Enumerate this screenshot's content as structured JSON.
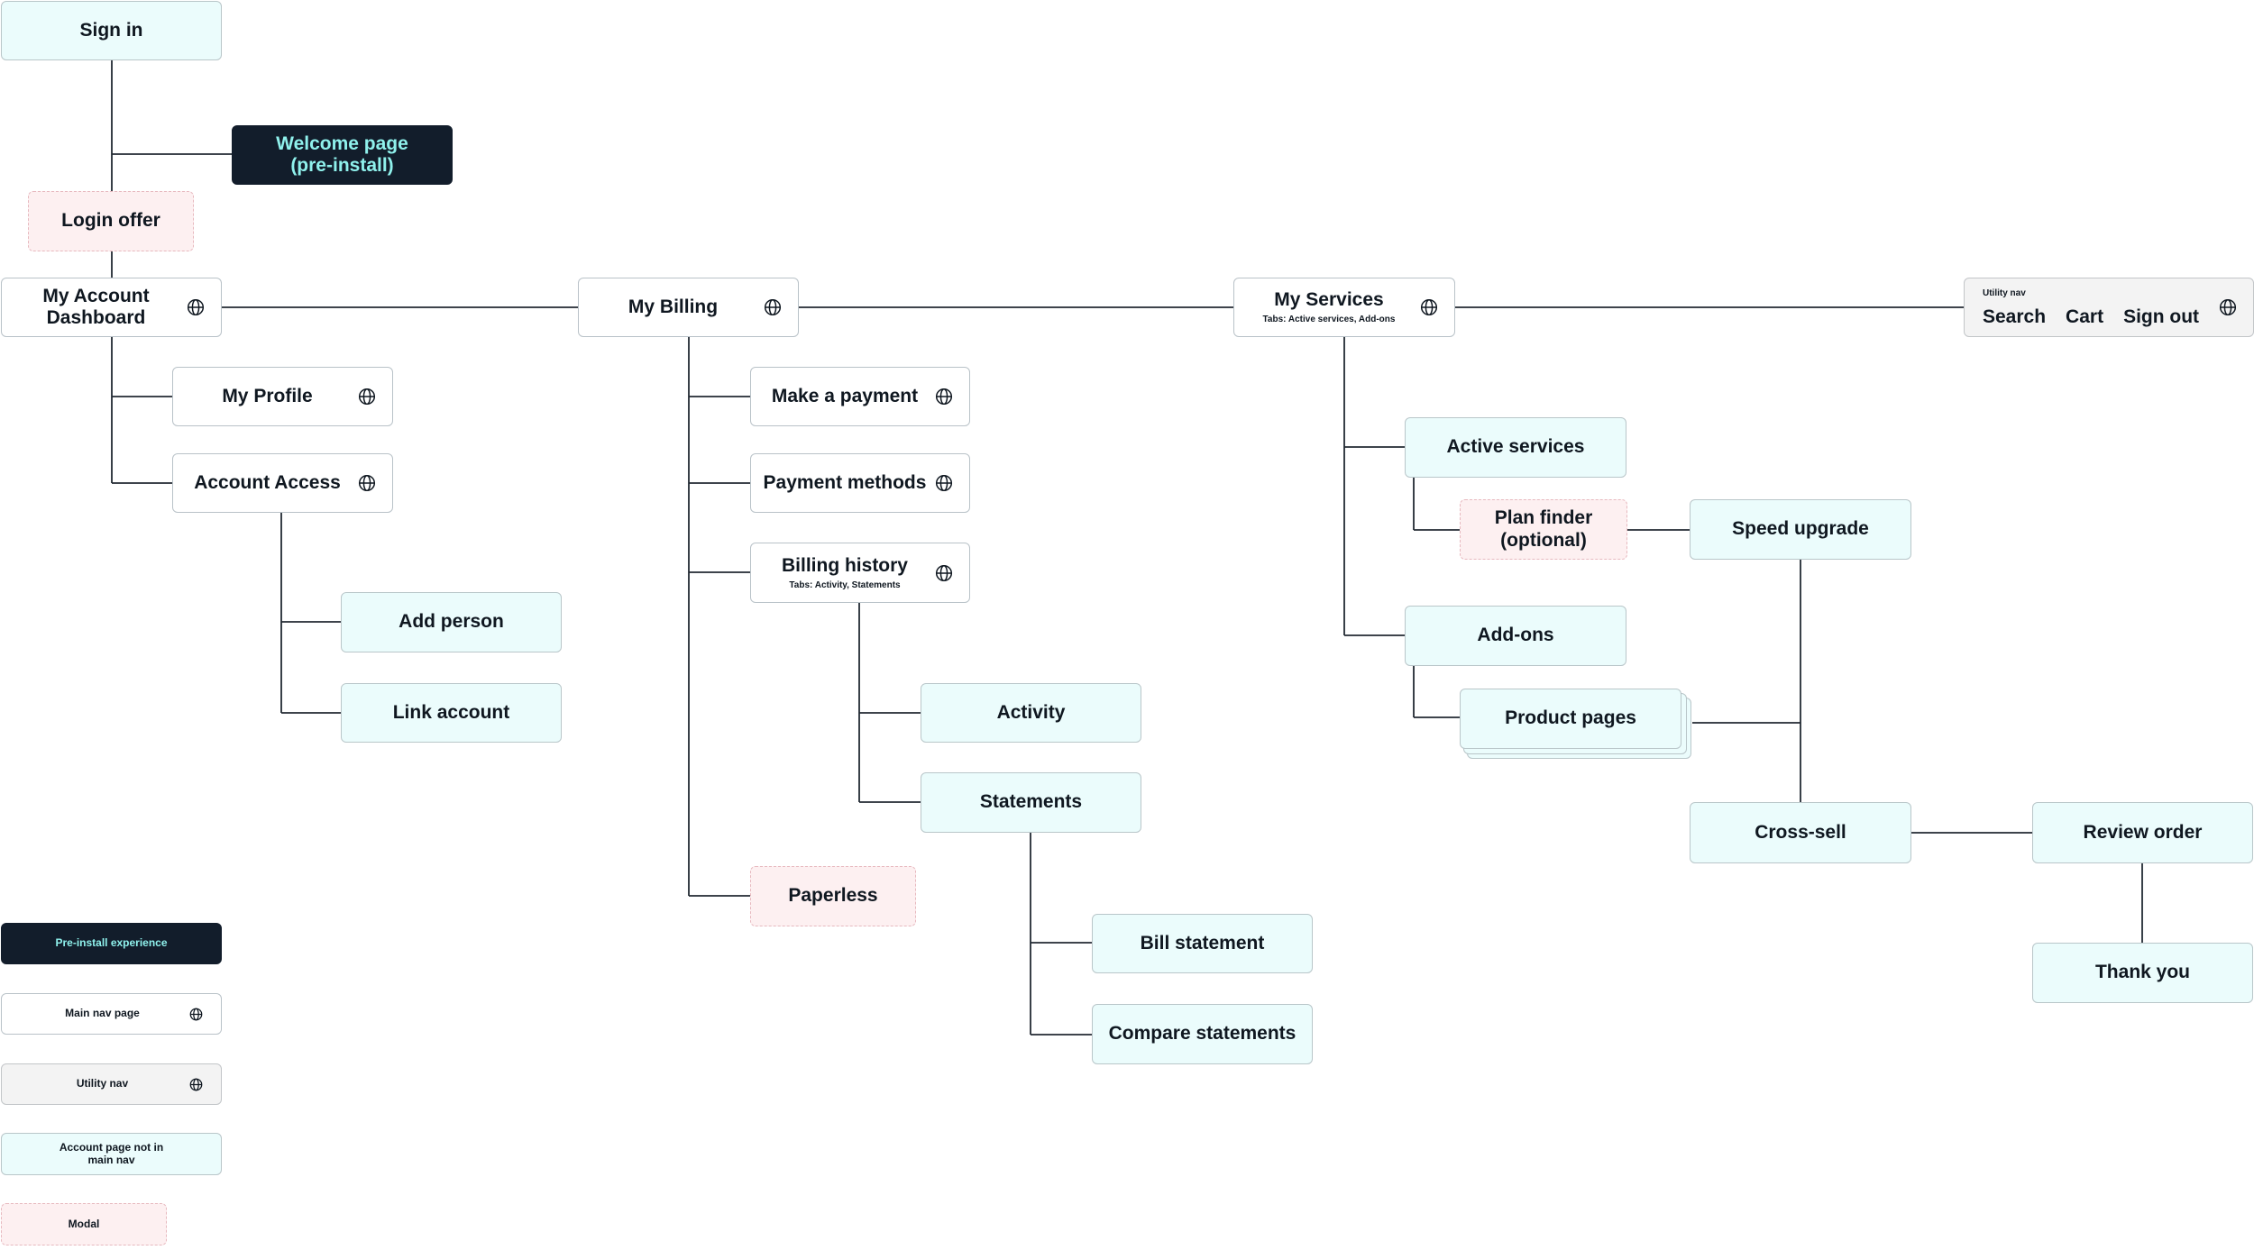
{
  "nodes": {
    "sign_in": "Sign in",
    "welcome_page": "Welcome page\n(pre-install)",
    "login_offer": "Login offer",
    "my_account_dashboard": "My Account\nDashboard",
    "my_profile": "My Profile",
    "account_access": "Account Access",
    "add_person": "Add person",
    "link_account": "Link account",
    "my_billing": "My Billing",
    "make_a_payment": "Make a payment",
    "payment_methods": "Payment methods",
    "billing_history": "Billing history",
    "billing_history_tabs": "Tabs: Activity, Statements",
    "activity": "Activity",
    "statements": "Statements",
    "bill_statement": "Bill statement",
    "compare_statements": "Compare statements",
    "paperless": "Paperless",
    "my_services": "My Services",
    "my_services_tabs": "Tabs: Active services, Add-ons",
    "active_services": "Active services",
    "plan_finder": "Plan finder\n(optional)",
    "add_ons": "Add-ons",
    "product_pages": "Product pages",
    "speed_upgrade": "Speed upgrade",
    "cross_sell": "Cross-sell",
    "review_order": "Review order",
    "thank_you": "Thank you"
  },
  "utility_nav": {
    "caption": "Utility nav",
    "links": [
      "Search",
      "Cart",
      "Sign out"
    ]
  },
  "legend": {
    "pre_install": "Pre-install experience",
    "main_nav": "Main nav page",
    "utility_nav": "Utility nav",
    "account_page": "Account page not in\nmain nav",
    "modal": "Modal"
  },
  "icons": {
    "main_nav_page_marker": "globe-icon"
  },
  "colors": {
    "account_page_fill": "#ebfcfc",
    "main_nav_fill": "#ffffff",
    "utility_nav_fill": "#f3f3f3",
    "modal_fill": "#fdf0f1",
    "pre_install_fill": "#121d2b",
    "pre_install_text": "#8ff1ec",
    "connector": "#222a33"
  }
}
